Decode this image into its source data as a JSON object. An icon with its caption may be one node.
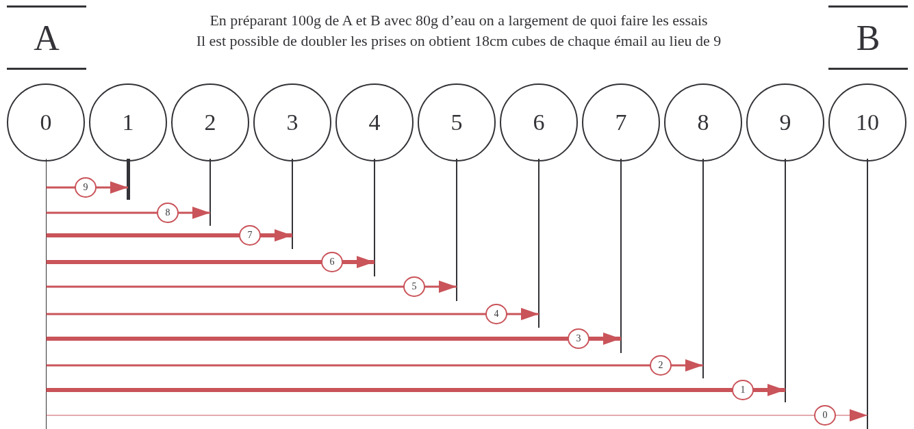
{
  "diagram": {
    "nodes": [
      {
        "text": [
          "A"
        ]
      },
      {
        "text": [
          "B"
        ]
      },
      {
        "text": [
          "0"
        ]
      },
      {
        "text": [
          "1"
        ]
      },
      {
        "text": [
          "2"
        ]
      },
      {
        "text": [
          "3"
        ]
      },
      {
        "text": [
          "4"
        ]
      },
      {
        "text": [
          "5"
        ]
      },
      {
        "text": [
          "6"
        ]
      },
      {
        "text": [
          "7"
        ]
      },
      {
        "text": [
          "8"
        ]
      },
      {
        "text": [
          "9"
        ]
      },
      {
        "text": [
          "10"
        ]
      },
      {
        "text": [],
        "shape": "bar"
      },
      {
        "text": [],
        "shape": "bar"
      },
      {
        "text": [],
        "shape": "bar"
      },
      {
        "text": [],
        "shape": "bar"
      },
      {
        "text": [],
        "shape": "bar"
      },
      {
        "text": [],
        "shape": "bar"
      },
      {
        "text": [],
        "shape": "bar"
      },
      {
        "text": [],
        "shape": "bar"
      },
      {
        "text": [],
        "shape": "bar"
      },
      {
        "text": [],
        "shape": "bar"
      },
      {
        "text": [],
        "shape": "bar"
      }
    ],
    "edges": [
      {
        "from": 13,
        "to": 14,
        "arrow": "to",
        "label": "9"
      },
      {
        "from": 13,
        "to": 15,
        "arrow": "to",
        "label": "8"
      },
      {
        "from": 13,
        "to": 16,
        "arrow": "to",
        "label": "7",
        "style": "thick"
      },
      {
        "from": 13,
        "to": 17,
        "arrow": "to",
        "label": "6",
        "style": "thick"
      },
      {
        "from": 13,
        "to": 18,
        "arrow": "to",
        "label": "5"
      },
      {
        "from": 13,
        "to": 19,
        "arrow": "to",
        "label": "4"
      },
      {
        "from": 13,
        "to": 20,
        "arrow": "to",
        "label": "3",
        "style": "thick"
      },
      {
        "from": 13,
        "to": 21,
        "arrow": "to",
        "label": "2"
      },
      {
        "from": 13,
        "to": 22,
        "arrow": "to",
        "label": "1",
        "style": "thick"
      },
      {
        "from": 13,
        "to": 23,
        "arrow": "to",
        "label": "0"
      }
    ],
    "labels": [
      "En préparant 100g de A et B avec 80g d’eau on a largement de quoi faire les essais",
      "Il est possible de doubler les prises on obtient 18cm cubes de chaque émail au lieu de 9"
    ]
  }
}
